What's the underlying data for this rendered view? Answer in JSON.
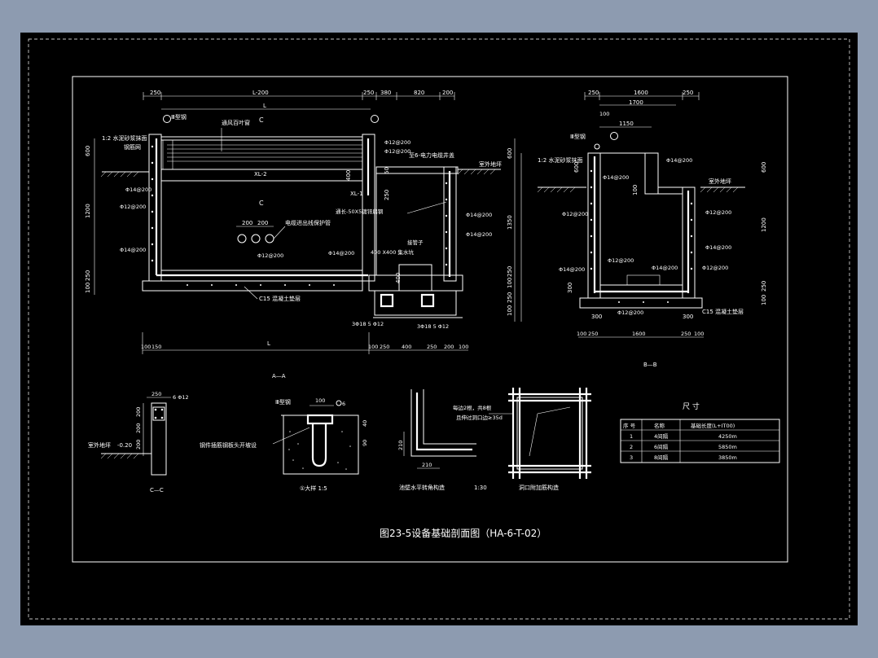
{
  "drawing": {
    "title": "图23-5设备基础剖面图（HA-6-T-02）",
    "colors": {
      "background": "#8d9bb0",
      "sheet": "#000000",
      "lines": "#ffffff"
    }
  },
  "section_aa": {
    "caption": "A—A",
    "top_dims": [
      "250",
      "L-200",
      "250",
      "380",
      "820",
      "200"
    ],
    "overall_L_top": "L",
    "overall_L_bottom": "L",
    "bottom_dims": [
      "100",
      "150",
      "100",
      "250",
      "400",
      "250",
      "200",
      "100"
    ],
    "left_dims": [
      "600",
      "1200",
      "250",
      "100"
    ],
    "right_dims": [
      "600",
      "1350",
      "250",
      "100",
      "250",
      "100"
    ],
    "labels": {
      "reinforcement_head": "Ⅲ型钢",
      "waterproof": "1:2 水泥砂浆抹面",
      "waterproof2": "钢筋网",
      "pipe_note": "通风百叶窗",
      "cable_note": "至6-电力电缆井盖",
      "beam": "XL-2",
      "beam_small": "XL-1",
      "grade": "室外地坪",
      "bar_a": "Φ14@200",
      "bar_b": "Φ12@200",
      "bar_c": "Φ14@200",
      "bar_d": "Φ12@200",
      "bar_e": "Φ14@200",
      "bar_f": "Φ12@200",
      "bar_g": "Φ12@200",
      "bar_h": "Φ14@200",
      "bar_i": "Φ14@200",
      "pipe_spacing_1": "200",
      "pipe_spacing_2": "200",
      "pipe_label": "电缆进出线保护管",
      "angle_note": "通长-50X5镀锌扁钢",
      "sump": "400 X400 集水坑",
      "sump2": "接管子",
      "sump_depth": "400",
      "concrete": "C15 混凝土垫层",
      "stir_1": "3Φ18 5 Φ12",
      "stir_2": "3Φ18 5 Φ12",
      "grid_c_left": "C",
      "grid_c_right": "C",
      "dim_400": "400",
      "dim_250": "250",
      "dim_50": "50"
    }
  },
  "section_bb": {
    "caption": "B—B",
    "top_dims": [
      "250",
      "1600",
      "250"
    ],
    "top_total": "1700",
    "dim_100": "100",
    "dim_1150": "1150",
    "left_dims": [
      "600",
      "1200",
      "300",
      "100",
      "250"
    ],
    "bottom_dims": [
      "100",
      "250",
      "1600",
      "250",
      "100"
    ],
    "labels": {
      "reinforcement_head": "Ⅲ型钢",
      "waterproof": "1:2 水泥砂浆抹面",
      "grade": "室外地坪",
      "bar_a": "Φ14@200",
      "bar_b": "Φ12@200",
      "bar_c": "Φ14@200",
      "bar_d": "Φ12@200",
      "bar_e": "Φ14@200",
      "bar_f": "Φ12@200",
      "bar_g": "Φ14@200",
      "bar_h": "Φ12@200",
      "dim_300a": "300",
      "dim_300b": "300",
      "concrete": "C15 混凝土垫层",
      "dim_100": "100"
    }
  },
  "section_cc": {
    "caption": "C—C",
    "dims": [
      "250",
      "200",
      "200",
      "200"
    ],
    "bar": "6 Φ12",
    "grade": "室外地坪",
    "level": "-0.20"
  },
  "detail_1": {
    "caption": "①大样  1:5",
    "steel": "Ⅲ型钢",
    "dim_100": "100",
    "bar": "6",
    "note": "钢件插筋钢板头开坡设",
    "dim_40": "40",
    "dim_90": "90"
  },
  "detail_2": {
    "caption": "池壁水平转角构造",
    "dim_210a": "210",
    "dim_210b": "210",
    "scale": "1:30"
  },
  "detail_3": {
    "caption": "洞口附加筋构造",
    "note1": "每边2根，共8根",
    "note2": "且伸过洞口边≥35d"
  },
  "size_table": {
    "title": "尺     寸",
    "headers": [
      "序 号",
      "名称",
      "基础长度(L+IT00)"
    ],
    "rows": [
      [
        "1",
        "4间隔",
        "4250m"
      ],
      [
        "2",
        "6间隔",
        "5850m"
      ],
      [
        "3",
        "8间隔",
        "3850m"
      ]
    ]
  }
}
